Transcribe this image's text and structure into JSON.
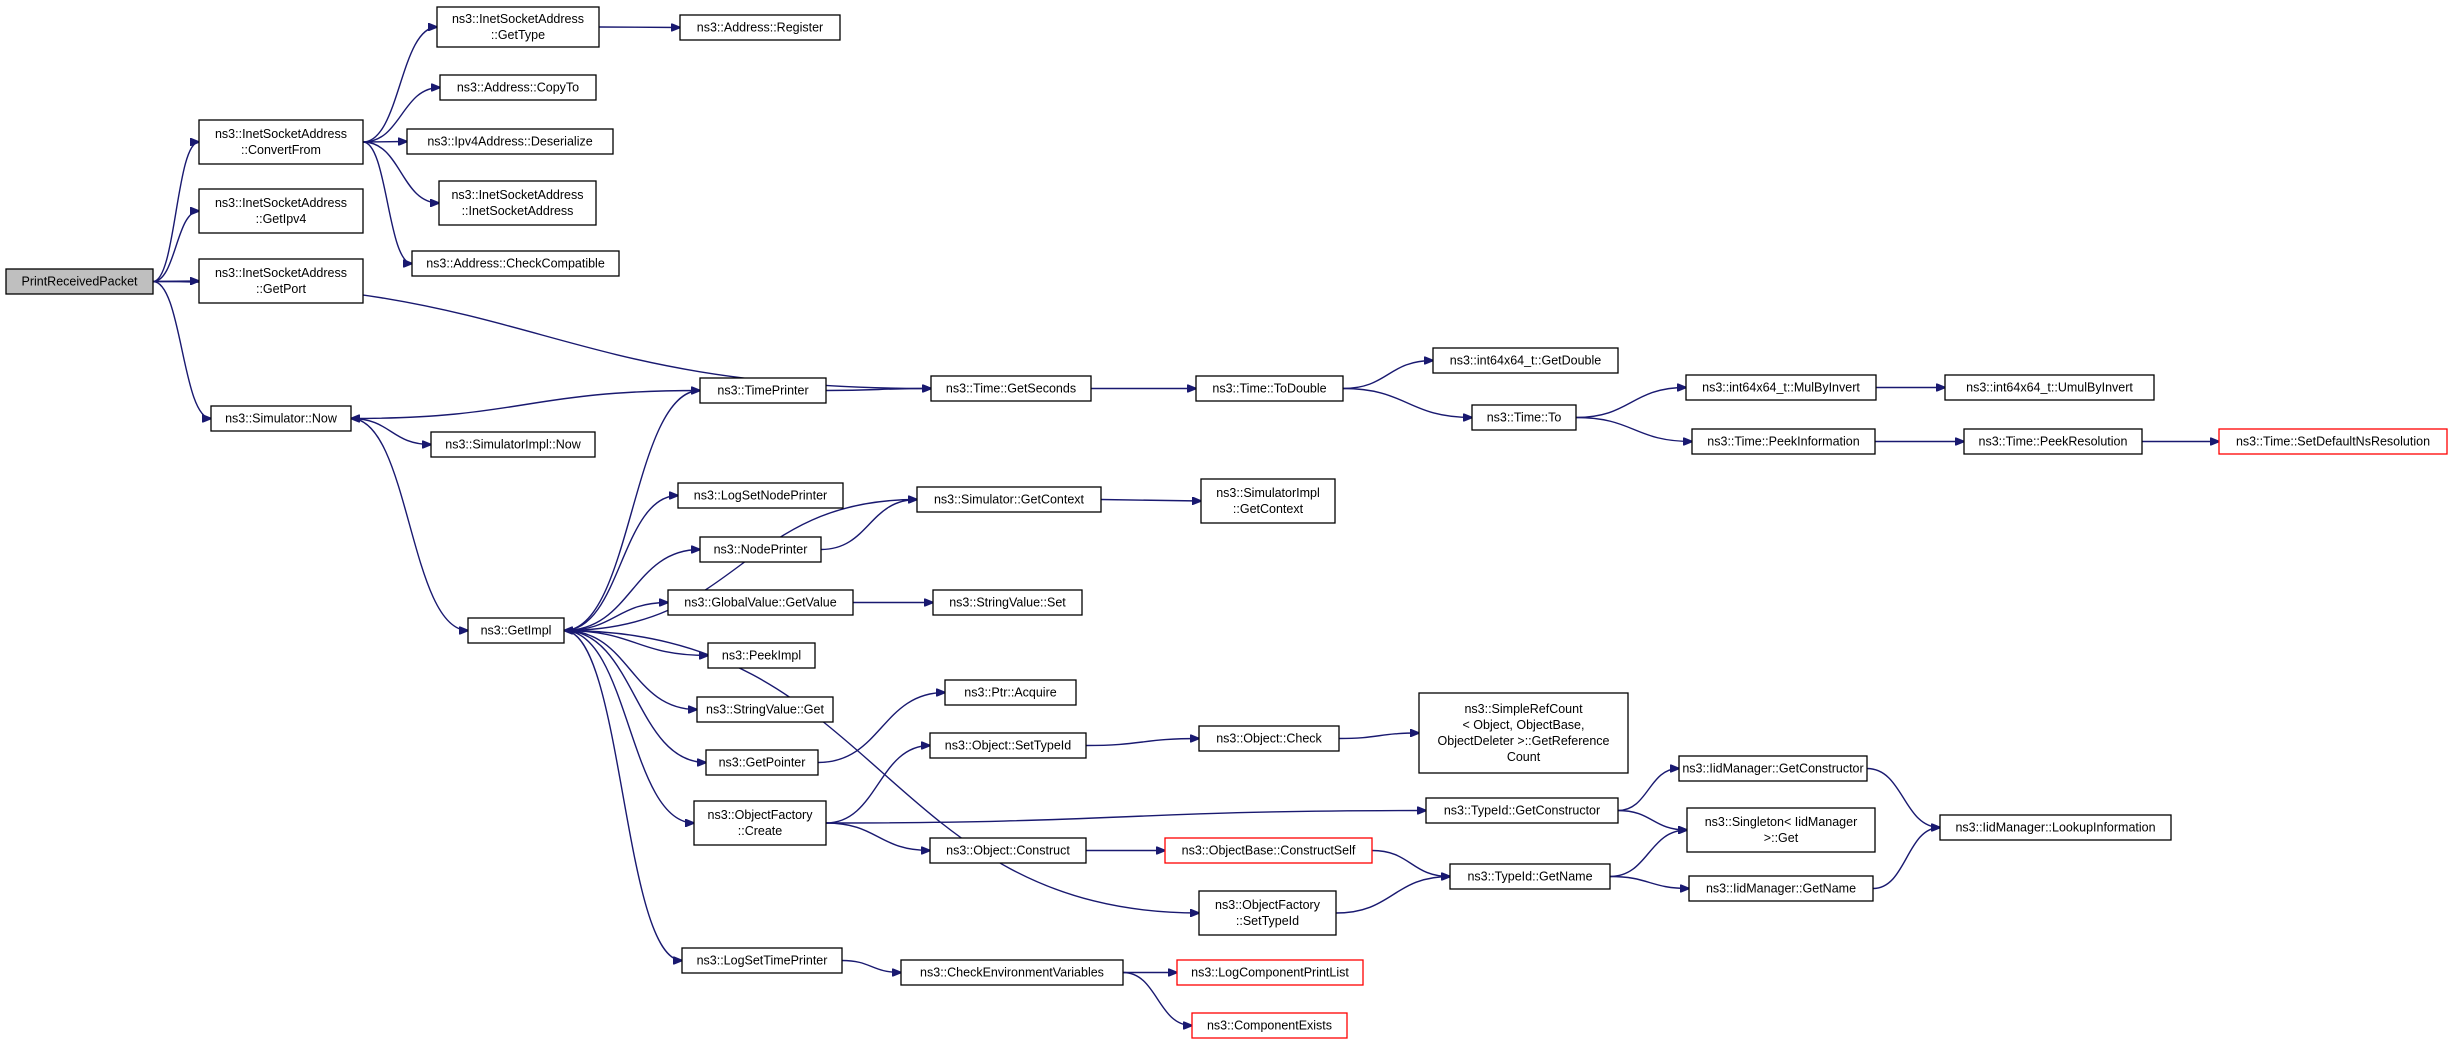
{
  "graph": {
    "root": "PrintReceivedPacket",
    "colors": {
      "edge": "#191970",
      "node_border": "#000000",
      "root_fill": "#bfbfbf",
      "truncated_border": "#ff0000"
    },
    "nodes": {
      "print_received_packet": {
        "lines": [
          "PrintReceivedPacket"
        ],
        "style": "root"
      },
      "inet_get_type": {
        "lines": [
          "ns3::InetSocketAddress",
          "::GetType"
        ]
      },
      "address_register": {
        "lines": [
          "ns3::Address::Register"
        ]
      },
      "address_copy_to": {
        "lines": [
          "ns3::Address::CopyTo"
        ]
      },
      "inet_convert_from": {
        "lines": [
          "ns3::InetSocketAddress",
          "::ConvertFrom"
        ]
      },
      "ipv4_deserialize": {
        "lines": [
          "ns3::Ipv4Address::Deserialize"
        ]
      },
      "inet_ctor": {
        "lines": [
          "ns3::InetSocketAddress",
          "::InetSocketAddress"
        ]
      },
      "inet_get_ipv4": {
        "lines": [
          "ns3::InetSocketAddress",
          "::GetIpv4"
        ]
      },
      "address_check_compatible": {
        "lines": [
          "ns3::Address::CheckCompatible"
        ]
      },
      "inet_get_port": {
        "lines": [
          "ns3::InetSocketAddress",
          "::GetPort"
        ]
      },
      "simulator_now": {
        "lines": [
          "ns3::Simulator::Now"
        ]
      },
      "time_printer": {
        "lines": [
          "ns3::TimePrinter"
        ]
      },
      "time_get_seconds": {
        "lines": [
          "ns3::Time::GetSeconds"
        ]
      },
      "time_to_double": {
        "lines": [
          "ns3::Time::ToDouble"
        ]
      },
      "int64_get_double": {
        "lines": [
          "ns3::int64x64_t::GetDouble"
        ]
      },
      "time_to": {
        "lines": [
          "ns3::Time::To"
        ]
      },
      "int64_mul_by_invert": {
        "lines": [
          "ns3::int64x64_t::MulByInvert"
        ]
      },
      "int64_umul_by_invert": {
        "lines": [
          "ns3::int64x64_t::UmulByInvert"
        ]
      },
      "time_peek_information": {
        "lines": [
          "ns3::Time::PeekInformation"
        ]
      },
      "time_peek_resolution": {
        "lines": [
          "ns3::Time::PeekResolution"
        ]
      },
      "time_set_default_ns_resolution": {
        "lines": [
          "ns3::Time::SetDefaultNsResolution"
        ],
        "style": "truncated"
      },
      "simulator_impl_now": {
        "lines": [
          "ns3::SimulatorImpl::Now"
        ]
      },
      "log_set_node_printer": {
        "lines": [
          "ns3::LogSetNodePrinter"
        ]
      },
      "simulator_get_context": {
        "lines": [
          "ns3::Simulator::GetContext"
        ]
      },
      "simulator_impl_get_context": {
        "lines": [
          "ns3::SimulatorImpl",
          "::GetContext"
        ]
      },
      "node_printer": {
        "lines": [
          "ns3::NodePrinter"
        ]
      },
      "global_value_get_value": {
        "lines": [
          "ns3::GlobalValue::GetValue"
        ]
      },
      "string_value_set": {
        "lines": [
          "ns3::StringValue::Set"
        ]
      },
      "get_impl": {
        "lines": [
          "ns3::GetImpl"
        ]
      },
      "peek_impl": {
        "lines": [
          "ns3::PeekImpl"
        ]
      },
      "ptr_acquire": {
        "lines": [
          "ns3::Ptr::Acquire"
        ]
      },
      "string_value_get": {
        "lines": [
          "ns3::StringValue::Get"
        ]
      },
      "simple_ref_count": {
        "lines": [
          "ns3::SimpleRefCount",
          "< Object, ObjectBase,",
          "ObjectDeleter >::GetReference",
          "Count"
        ]
      },
      "object_set_type_id": {
        "lines": [
          "ns3::Object::SetTypeId"
        ]
      },
      "object_check": {
        "lines": [
          "ns3::Object::Check"
        ]
      },
      "get_pointer": {
        "lines": [
          "ns3::GetPointer"
        ]
      },
      "iid_get_constructor": {
        "lines": [
          "ns3::IidManager::GetConstructor"
        ]
      },
      "object_factory_create": {
        "lines": [
          "ns3::ObjectFactory",
          "::Create"
        ]
      },
      "type_id_get_constructor": {
        "lines": [
          "ns3::TypeId::GetConstructor"
        ]
      },
      "singleton_get": {
        "lines": [
          "ns3::Singleton< IidManager",
          ">::Get"
        ]
      },
      "iid_lookup_information": {
        "lines": [
          "ns3::IidManager::LookupInformation"
        ]
      },
      "object_construct": {
        "lines": [
          "ns3::Object::Construct"
        ]
      },
      "object_base_construct_self": {
        "lines": [
          "ns3::ObjectBase::ConstructSelf"
        ],
        "style": "truncated"
      },
      "type_id_get_name": {
        "lines": [
          "ns3::TypeId::GetName"
        ]
      },
      "iid_get_name": {
        "lines": [
          "ns3::IidManager::GetName"
        ]
      },
      "object_factory_set_type_id": {
        "lines": [
          "ns3::ObjectFactory",
          "::SetTypeId"
        ]
      },
      "log_set_time_printer": {
        "lines": [
          "ns3::LogSetTimePrinter"
        ]
      },
      "check_environment_variables": {
        "lines": [
          "ns3::CheckEnvironmentVariables"
        ]
      },
      "log_component_print_list": {
        "lines": [
          "ns3::LogComponentPrintList"
        ],
        "style": "truncated"
      },
      "component_exists": {
        "lines": [
          "ns3::ComponentExists"
        ],
        "style": "truncated"
      }
    },
    "edges": [
      [
        "print_received_packet",
        "inet_convert_from"
      ],
      [
        "print_received_packet",
        "inet_get_ipv4"
      ],
      [
        "print_received_packet",
        "inet_get_port"
      ],
      [
        "print_received_packet",
        "time_get_seconds"
      ],
      [
        "print_received_packet",
        "simulator_now"
      ],
      [
        "inet_convert_from",
        "inet_get_type"
      ],
      [
        "inet_convert_from",
        "address_copy_to"
      ],
      [
        "inet_convert_from",
        "ipv4_deserialize"
      ],
      [
        "inet_convert_from",
        "inet_ctor"
      ],
      [
        "inet_convert_from",
        "address_check_compatible"
      ],
      [
        "inet_get_type",
        "address_register"
      ],
      [
        "simulator_now",
        "simulator_impl_now"
      ],
      [
        "simulator_now",
        "get_impl"
      ],
      [
        "time_printer",
        "simulator_now"
      ],
      [
        "time_printer",
        "time_get_seconds"
      ],
      [
        "time_get_seconds",
        "time_to_double"
      ],
      [
        "time_to_double",
        "int64_get_double"
      ],
      [
        "time_to_double",
        "time_to"
      ],
      [
        "time_to",
        "int64_mul_by_invert"
      ],
      [
        "time_to",
        "time_peek_information"
      ],
      [
        "int64_mul_by_invert",
        "int64_umul_by_invert"
      ],
      [
        "time_peek_information",
        "time_peek_resolution"
      ],
      [
        "time_peek_resolution",
        "time_set_default_ns_resolution"
      ],
      [
        "simulator_get_context",
        "get_impl"
      ],
      [
        "simulator_get_context",
        "simulator_impl_get_context"
      ],
      [
        "node_printer",
        "simulator_get_context"
      ],
      [
        "global_value_get_value",
        "string_value_set"
      ],
      [
        "get_impl",
        "time_printer"
      ],
      [
        "get_impl",
        "log_set_node_printer"
      ],
      [
        "get_impl",
        "node_printer"
      ],
      [
        "get_impl",
        "global_value_get_value"
      ],
      [
        "get_impl",
        "peek_impl"
      ],
      [
        "get_impl",
        "string_value_get"
      ],
      [
        "get_impl",
        "get_pointer"
      ],
      [
        "get_impl",
        "object_factory_create"
      ],
      [
        "get_impl",
        "object_factory_set_type_id"
      ],
      [
        "get_impl",
        "log_set_time_printer"
      ],
      [
        "get_pointer",
        "ptr_acquire"
      ],
      [
        "object_set_type_id",
        "object_check"
      ],
      [
        "object_check",
        "simple_ref_count"
      ],
      [
        "object_factory_create",
        "object_set_type_id"
      ],
      [
        "object_factory_create",
        "type_id_get_constructor"
      ],
      [
        "object_factory_create",
        "object_construct"
      ],
      [
        "type_id_get_constructor",
        "iid_get_constructor"
      ],
      [
        "type_id_get_constructor",
        "singleton_get"
      ],
      [
        "iid_get_constructor",
        "iid_lookup_information"
      ],
      [
        "object_construct",
        "object_base_construct_self"
      ],
      [
        "object_base_construct_self",
        "type_id_get_name"
      ],
      [
        "type_id_get_name",
        "singleton_get"
      ],
      [
        "type_id_get_name",
        "iid_get_name"
      ],
      [
        "iid_get_name",
        "iid_lookup_information"
      ],
      [
        "object_factory_set_type_id",
        "type_id_get_name"
      ],
      [
        "log_set_time_printer",
        "check_environment_variables"
      ],
      [
        "check_environment_variables",
        "log_component_print_list"
      ],
      [
        "check_environment_variables",
        "component_exists"
      ]
    ]
  }
}
